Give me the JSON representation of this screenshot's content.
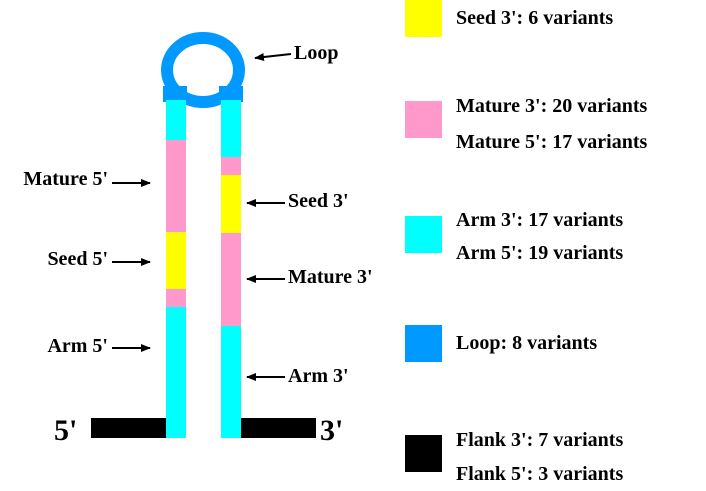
{
  "colors": {
    "seed": "#ffff00",
    "mature": "#ff99cc",
    "arm": "#00ffff",
    "loop": "#0099ff",
    "flank": "#000000"
  },
  "annotations": {
    "loop": "Loop",
    "mature5": "Mature 5'",
    "seed5": "Seed 5'",
    "arm5": "Arm 5'",
    "seed3": "Seed 3'",
    "mature3": "Mature 3'",
    "arm3": "Arm 3'"
  },
  "ends": {
    "five": "5'",
    "three": "3'"
  },
  "legend": [
    {
      "color_key": "seed",
      "lines": [
        "Seed 3': 6 variants"
      ]
    },
    {
      "color_key": "mature",
      "lines": [
        "Mature 3': 20 variants",
        "Mature 5': 17 variants"
      ]
    },
    {
      "color_key": "arm",
      "lines": [
        "Arm 3': 17 variants",
        "Arm 5': 19 variants"
      ]
    },
    {
      "color_key": "loop",
      "lines": [
        "Loop: 8 variants"
      ]
    },
    {
      "color_key": "flank",
      "lines": [
        "Flank 3': 7 variants",
        "Flank 5': 3 variants"
      ]
    }
  ]
}
